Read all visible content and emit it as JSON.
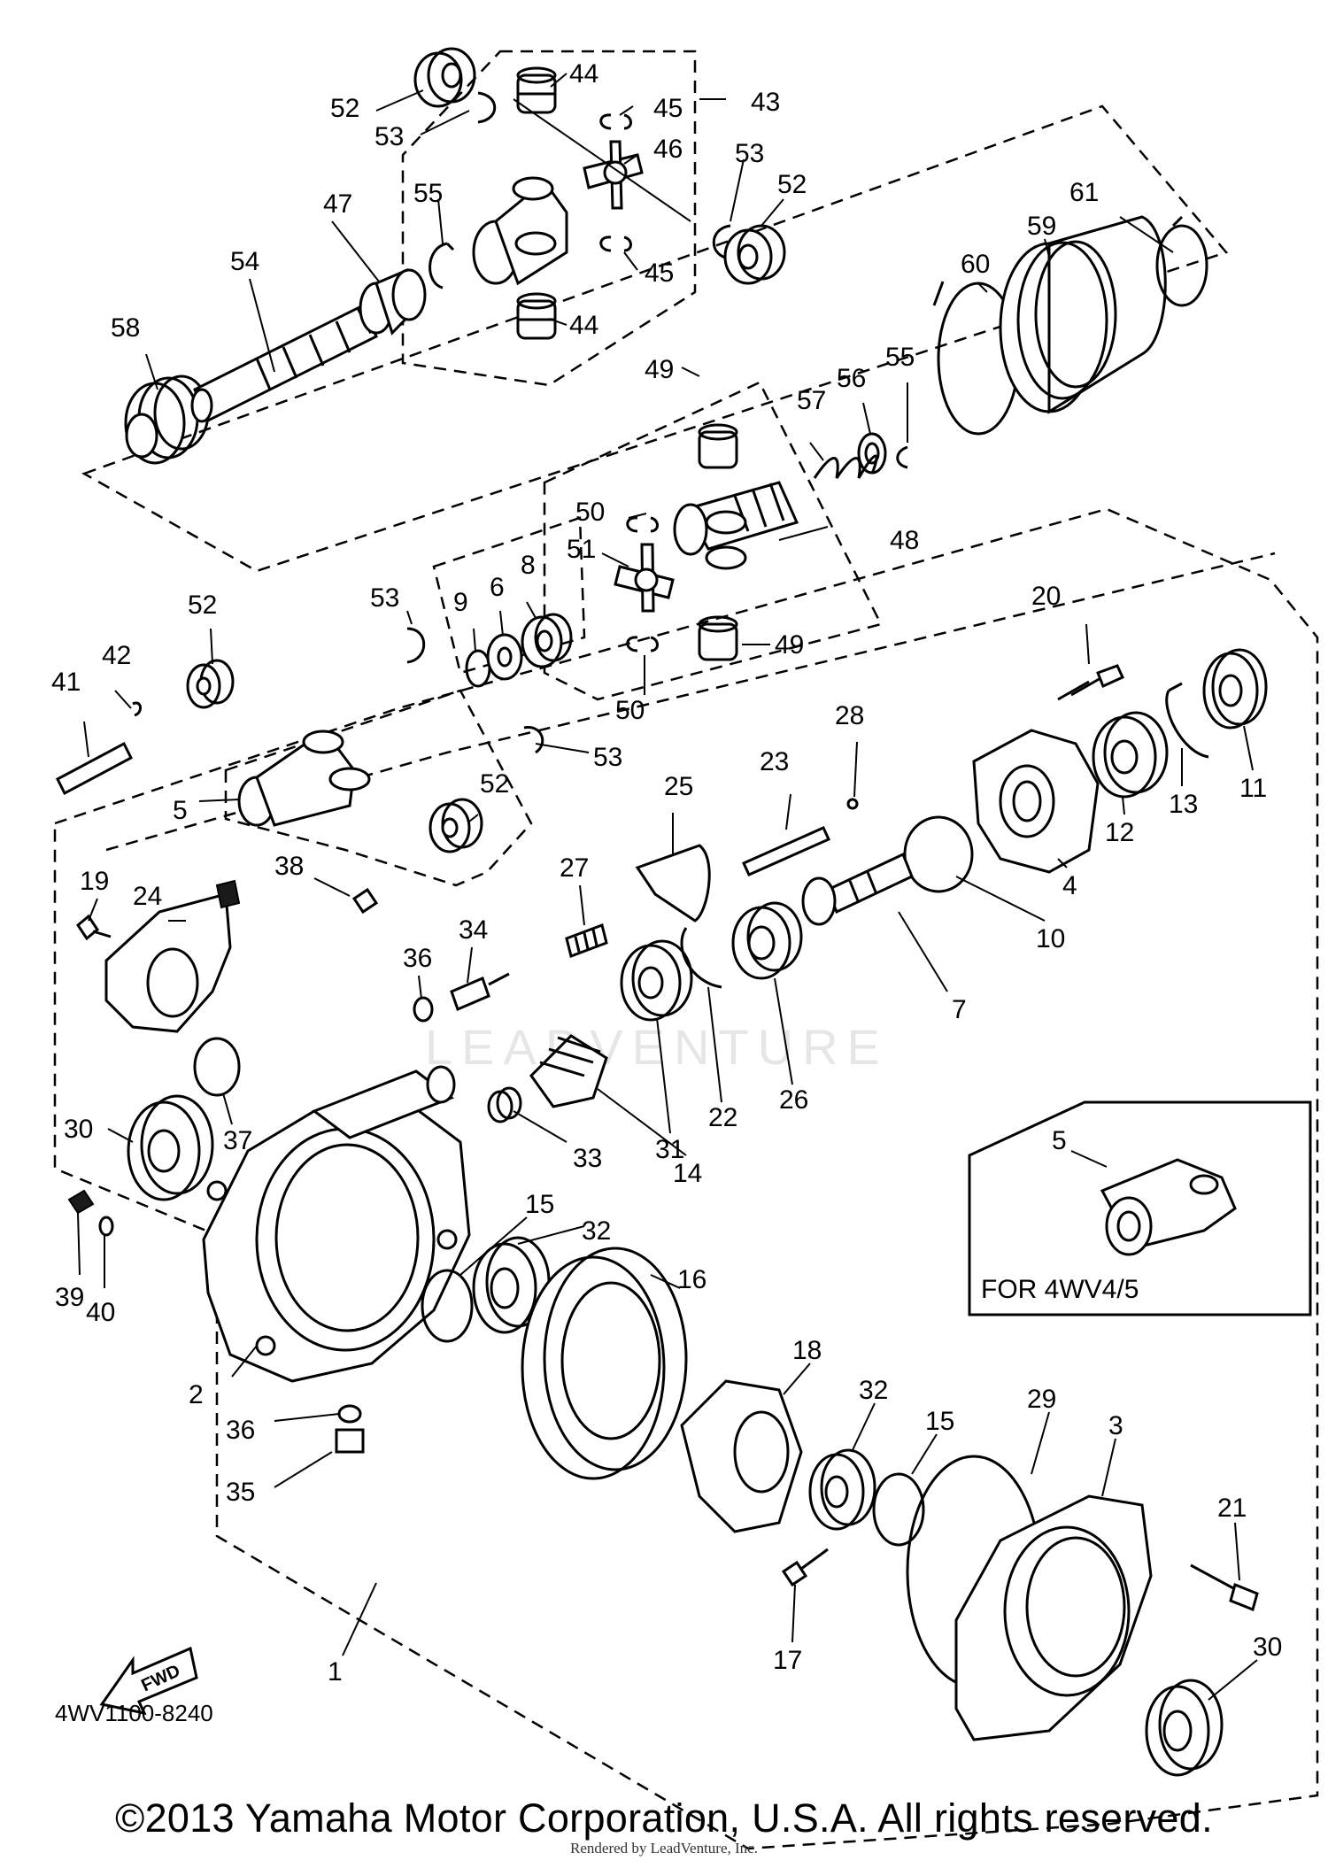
{
  "diagram": {
    "code": "4WV1100-8240",
    "copyright": "©2013 Yamaha Motor Corporation, U.S.A. All rights reserved.",
    "rendered_by": "Rendered by LeadVenture, Inc.",
    "watermark": "LEADVENTURE",
    "direction_arrow": "FWD",
    "variant_note": "FOR 4WV4/5",
    "arrow_icon": "fwd-arrow-icon"
  },
  "labels": {
    "l1": "1",
    "l2": "2",
    "l3": "3",
    "l4": "4",
    "l5": "5",
    "l5b": "5",
    "l6": "6",
    "l7": "7",
    "l8": "8",
    "l9": "9",
    "l10": "10",
    "l11": "11",
    "l12": "12",
    "l13": "13",
    "l14": "14",
    "l15a": "15",
    "l15b": "15",
    "l16": "16",
    "l17": "17",
    "l18": "18",
    "l19": "19",
    "l20": "20",
    "l21": "21",
    "l22": "22",
    "l23": "23",
    "l24": "24",
    "l25": "25",
    "l26": "26",
    "l27": "27",
    "l28": "28",
    "l29": "29",
    "l30a": "30",
    "l30b": "30",
    "l31": "31",
    "l32a": "32",
    "l32b": "32",
    "l33": "33",
    "l34": "34",
    "l35": "35",
    "l36a": "36",
    "l36b": "36",
    "l37": "37",
    "l38": "38",
    "l39": "39",
    "l40": "40",
    "l41": "41",
    "l42": "42",
    "l43": "43",
    "l44a": "44",
    "l44b": "44",
    "l45a": "45",
    "l45b": "45",
    "l46": "46",
    "l47": "47",
    "l48": "48",
    "l49a": "49",
    "l49b": "49",
    "l50a": "50",
    "l50b": "50",
    "l51": "51",
    "l52a": "52",
    "l52b": "52",
    "l52c": "52",
    "l52d": "52",
    "l53a": "53",
    "l53b": "53",
    "l53c": "53",
    "l53d": "53",
    "l54": "54",
    "l55a": "55",
    "l55b": "55",
    "l56": "56",
    "l57": "57",
    "l58": "58",
    "l59": "59",
    "l60": "60",
    "l61": "61"
  }
}
